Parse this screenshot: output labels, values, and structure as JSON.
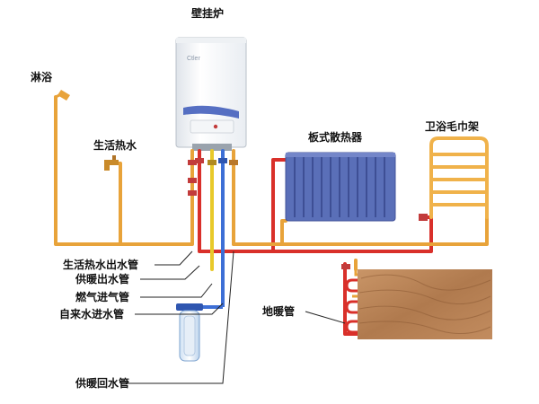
{
  "colors": {
    "hot_pipe": "#e8a33a",
    "supply_pipe": "#d9302a",
    "return_pipe": "#c3392b",
    "gas_pipe": "#e8c92a",
    "cold_water_pipe": "#3d6fd6",
    "radiator": "#5a6fb8",
    "towel_rack": "#f0b24a",
    "floor_wood": "#b9845a"
  },
  "labels": {
    "boiler": "壁挂炉",
    "shower": "淋浴",
    "domestic_hot_water": "生活热水",
    "panel_radiator": "板式散热器",
    "towel_rack": "卫浴毛巾架",
    "dhw_outlet_pipe": "生活热水出水管",
    "heating_supply_pipe": "供暖出水管",
    "gas_inlet_pipe": "燃气进气管",
    "cold_water_inlet_pipe": "自来水进水管",
    "floor_heating_pipe": "地暖管",
    "heating_return_pipe": "供暖回水管"
  }
}
